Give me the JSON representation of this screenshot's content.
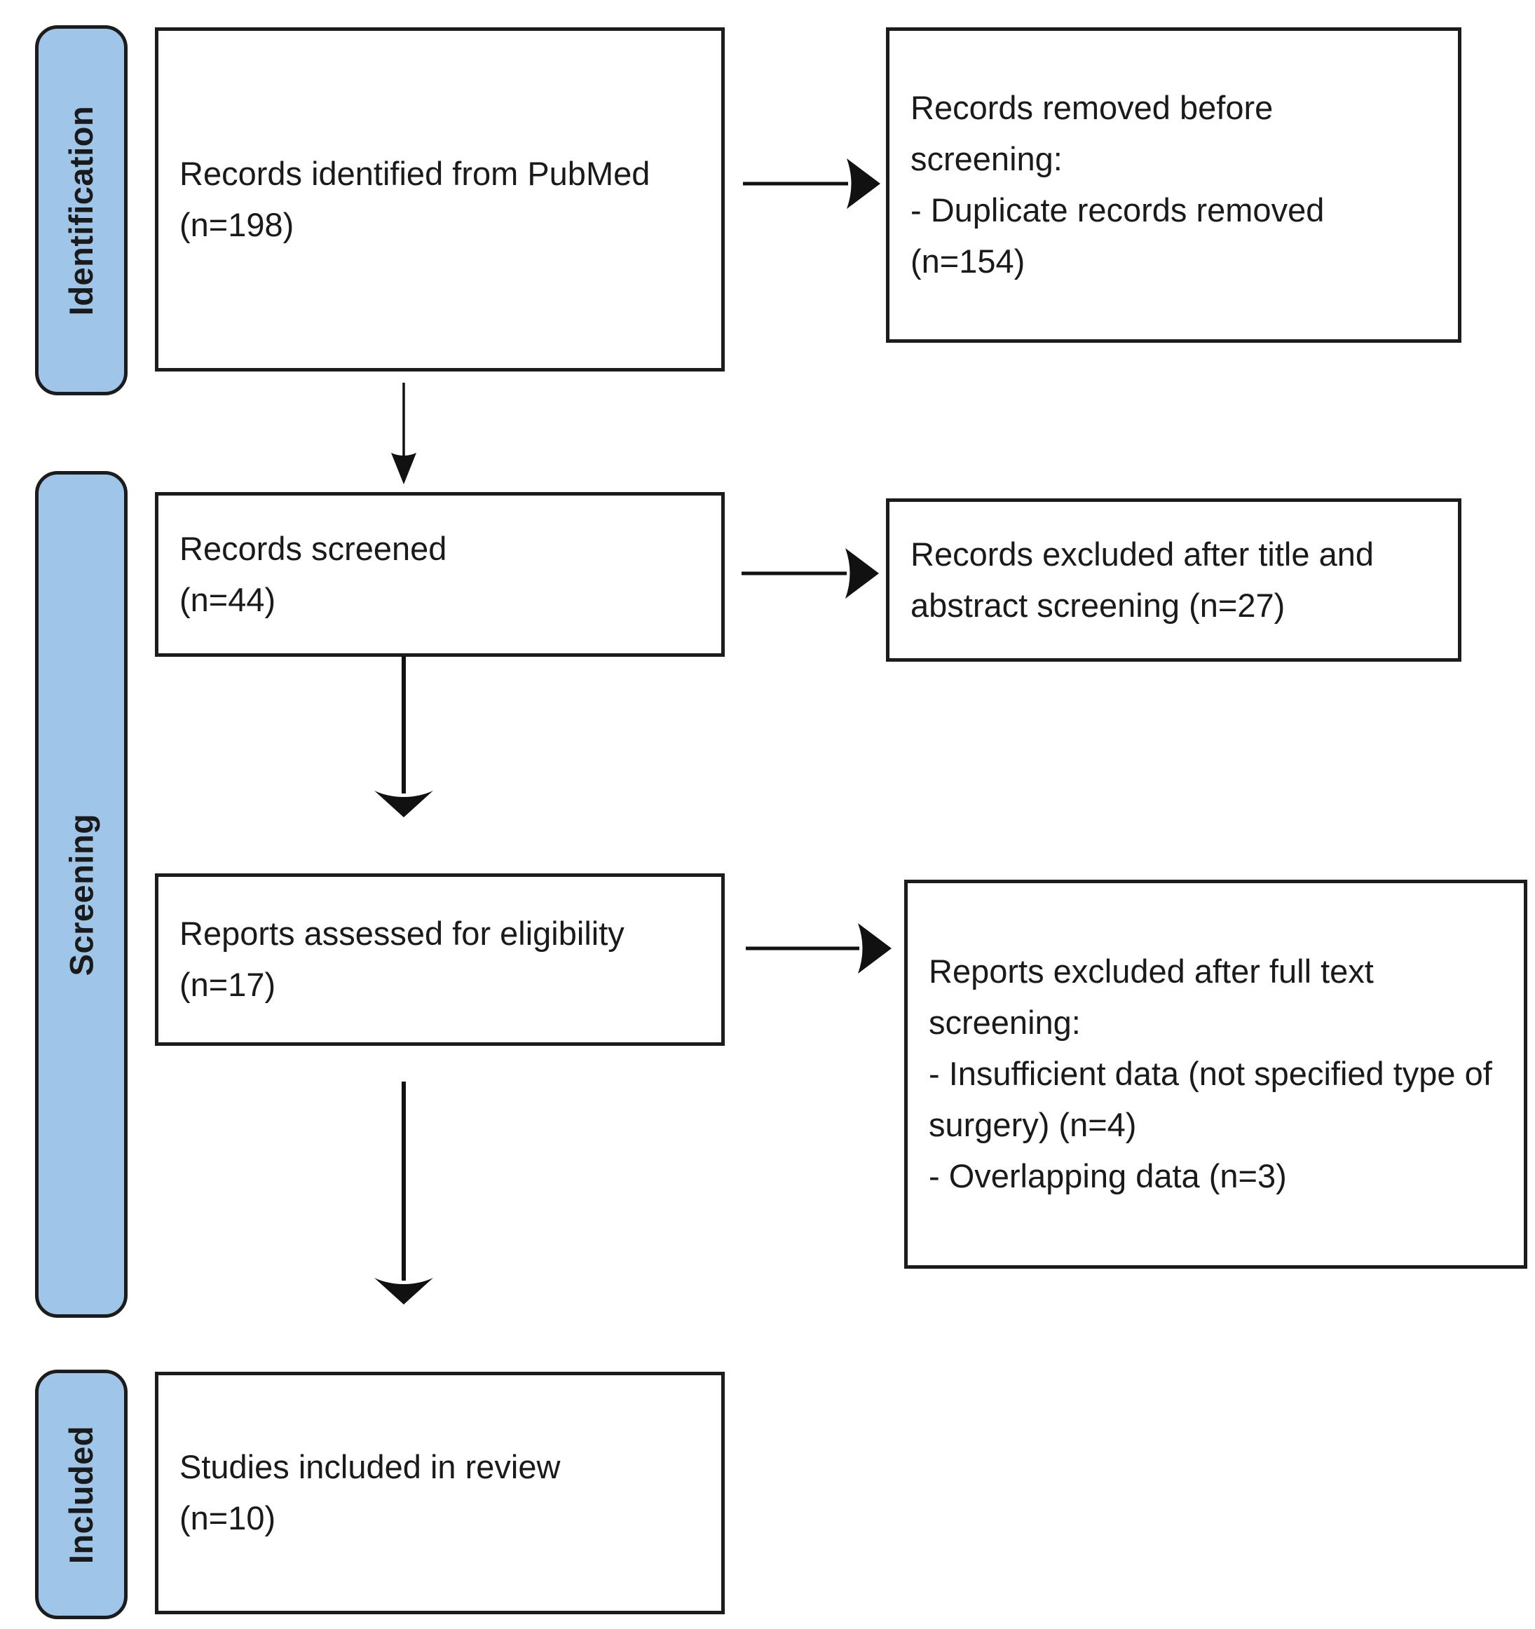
{
  "stages": {
    "identification": "Identification",
    "screening": "Screening",
    "included": "Included"
  },
  "boxes": {
    "records_identified": "Records identified from PubMed\n(n=198)",
    "records_removed": "Records removed before\nscreening:\n- Duplicate records removed\n(n=154)",
    "records_screened": "Records screened\n(n=44)",
    "records_excluded_title_abstract": "Records excluded after title and\nabstract screening (n=27)",
    "reports_assessed": "Reports assessed for eligibility\n(n=17)",
    "reports_excluded_fulltext": "Reports excluded after full text\nscreening:\n- Insufficient data (not specified type of\nsurgery) (n=4)\n- Overlapping data (n=3)",
    "studies_included": "Studies included in review\n(n=10)"
  },
  "colors": {
    "stage_fill": "#9fc5e8",
    "stage_border": "#1c1c1c",
    "box_border": "#1c1c1c",
    "arrow": "#111111",
    "text": "#1a1a1a",
    "background": "#ffffff"
  }
}
